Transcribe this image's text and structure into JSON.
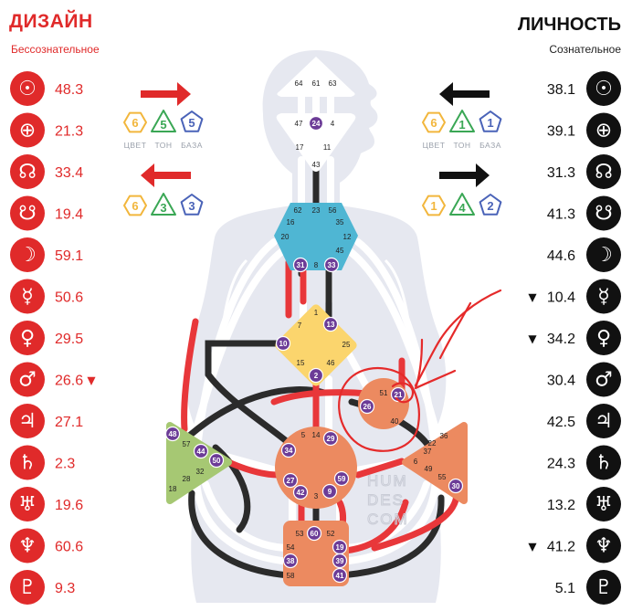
{
  "design": {
    "title": "ДИЗАЙН",
    "subtitle": "Бессознательное",
    "color": "#e02a2a",
    "planets": [
      {
        "icon": "sun-icon",
        "glyph": "☉",
        "value": "48.3",
        "mark": ""
      },
      {
        "icon": "earth-icon",
        "glyph": "⊕",
        "value": "21.3",
        "mark": ""
      },
      {
        "icon": "north-node-icon",
        "glyph": "☊",
        "value": "33.4",
        "mark": ""
      },
      {
        "icon": "south-node-icon",
        "glyph": "☋",
        "value": "19.4",
        "mark": ""
      },
      {
        "icon": "moon-icon",
        "glyph": "☽",
        "value": "59.1",
        "mark": ""
      },
      {
        "icon": "mercury-icon",
        "glyph": "☿",
        "value": "50.6",
        "mark": ""
      },
      {
        "icon": "venus-icon",
        "glyph": "♀",
        "value": "29.5",
        "mark": ""
      },
      {
        "icon": "mars-icon",
        "glyph": "♂",
        "value": "26.6",
        "mark": "▼"
      },
      {
        "icon": "jupiter-icon",
        "glyph": "♃",
        "value": "27.1",
        "mark": ""
      },
      {
        "icon": "saturn-icon",
        "glyph": "♄",
        "value": "2.3",
        "mark": ""
      },
      {
        "icon": "uranus-icon",
        "glyph": "♅",
        "value": "19.6",
        "mark": ""
      },
      {
        "icon": "neptune-icon",
        "glyph": "♆",
        "value": "60.6",
        "mark": ""
      },
      {
        "icon": "pluto-icon",
        "glyph": "♇",
        "value": "9.3",
        "mark": ""
      }
    ]
  },
  "personality": {
    "title": "ЛИЧНОСТЬ",
    "subtitle": "Сознательное",
    "color": "#111111",
    "planets": [
      {
        "icon": "sun-icon",
        "glyph": "☉",
        "value": "38.1",
        "mark": ""
      },
      {
        "icon": "earth-icon",
        "glyph": "⊕",
        "value": "39.1",
        "mark": ""
      },
      {
        "icon": "north-node-icon",
        "glyph": "☊",
        "value": "31.3",
        "mark": ""
      },
      {
        "icon": "south-node-icon",
        "glyph": "☋",
        "value": "41.3",
        "mark": ""
      },
      {
        "icon": "moon-icon",
        "glyph": "☽",
        "value": "44.6",
        "mark": ""
      },
      {
        "icon": "mercury-icon",
        "glyph": "☿",
        "value": "10.4",
        "mark": "▼"
      },
      {
        "icon": "venus-icon",
        "glyph": "♀",
        "value": "34.2",
        "mark": "▼"
      },
      {
        "icon": "mars-icon",
        "glyph": "♂",
        "value": "30.4",
        "mark": ""
      },
      {
        "icon": "jupiter-icon",
        "glyph": "♃",
        "value": "42.5",
        "mark": ""
      },
      {
        "icon": "saturn-icon",
        "glyph": "♄",
        "value": "24.3",
        "mark": ""
      },
      {
        "icon": "uranus-icon",
        "glyph": "♅",
        "value": "13.2",
        "mark": ""
      },
      {
        "icon": "neptune-icon",
        "glyph": "♆",
        "value": "41.2",
        "mark": "▼"
      },
      {
        "icon": "pluto-icon",
        "glyph": "♇",
        "value": "5.1",
        "mark": ""
      }
    ]
  },
  "variables": {
    "labels": [
      "ЦВЕТ",
      "ТОН",
      "БАЗА"
    ],
    "design_top": [
      "6",
      "5",
      "5"
    ],
    "design_bottom": [
      "6",
      "3",
      "3"
    ],
    "personality_top": [
      "6",
      "1",
      "1"
    ],
    "personality_bottom": [
      "1",
      "4",
      "2"
    ]
  },
  "watermark": [
    "HUM",
    "DES",
    "COM"
  ],
  "centers": {
    "head": {
      "gates": [
        "64",
        "61",
        "63"
      ],
      "color": "#ffffff"
    },
    "ajna": {
      "gates": [
        "47",
        "24",
        "4",
        "17",
        "11",
        "43"
      ],
      "color": "#ffffff"
    },
    "throat": {
      "gates": [
        "62",
        "23",
        "56",
        "16",
        "35",
        "20",
        "12",
        "45",
        "31",
        "8",
        "33"
      ],
      "color": "#4fb6d3"
    },
    "g": {
      "gates": [
        "1",
        "13",
        "7",
        "10",
        "25",
        "15",
        "46",
        "2"
      ],
      "color": "#fbd56d"
    },
    "heart": {
      "gates": [
        "51",
        "21",
        "26",
        "40"
      ],
      "color": "#ec8a60"
    },
    "spleen": {
      "gates": [
        "48",
        "57",
        "44",
        "50",
        "32",
        "28",
        "18"
      ],
      "color": "#a6c873"
    },
    "sacral": {
      "gates": [
        "5",
        "14",
        "29",
        "34",
        "27",
        "59",
        "42",
        "3",
        "9"
      ],
      "color": "#ec8a60"
    },
    "solar": {
      "gates": [
        "36",
        "22",
        "37",
        "6",
        "49",
        "55",
        "30"
      ],
      "color": "#ec8a60"
    },
    "root": {
      "gates": [
        "53",
        "60",
        "52",
        "54",
        "19",
        "38",
        "39",
        "58",
        "41"
      ],
      "color": "#ec8a60"
    }
  }
}
